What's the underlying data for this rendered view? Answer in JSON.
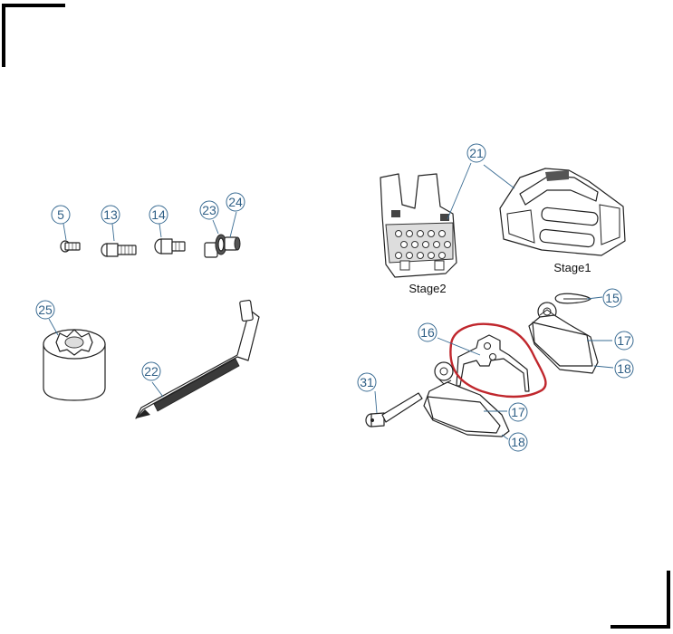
{
  "callouts": {
    "c5": "5",
    "c13": "13",
    "c14": "14",
    "c23": "23",
    "c24": "24",
    "c25": "25",
    "c22": "22",
    "c21": "21",
    "c15": "15",
    "c16": "16",
    "c17a": "17",
    "c18a": "18",
    "c31": "31",
    "c17b": "17",
    "c18b": "18"
  },
  "captions": {
    "stage2": "Stage2",
    "stage1": "Stage1"
  },
  "colors": {
    "callout": "#3a6c93",
    "highlight": "#c0272d",
    "line": "#222222"
  }
}
